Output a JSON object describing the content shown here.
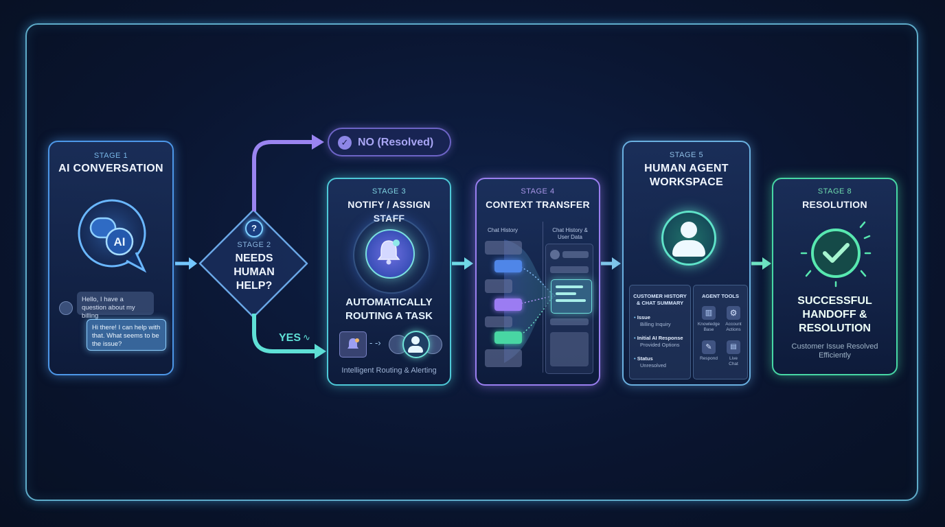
{
  "stage1": {
    "label": "STAGE 1",
    "title": "AI CONVERSATION",
    "icon_text": "AI",
    "user_message": "Hello, I have a question about my billing",
    "ai_message": "Hi there! I can help with that. What seems to be the issue?"
  },
  "stage2": {
    "label": "STAGE 2",
    "title_lines": [
      "NEEDS",
      "HUMAN",
      "HELP?"
    ],
    "question_mark": "?"
  },
  "branch": {
    "no_label": "NO (Resolved)",
    "yes_label": "YES"
  },
  "stage3": {
    "label": "STAGE 3",
    "title": "NOTIFY / ASSIGN STAFF",
    "heading_lines": [
      "AUTOMATICALLY",
      "ROUTING A TASK"
    ],
    "footer": "Intelligent Routing & Alerting"
  },
  "stage4": {
    "label": "STAGE 4",
    "title": "CONTEXT TRANSFER",
    "left_col": "Chat History",
    "right_col_lines": [
      "Chat History &",
      "User Data"
    ]
  },
  "stage5": {
    "label": "STAGE 5",
    "title_lines": [
      "HUMAN AGENT",
      "WORKSPACE"
    ],
    "history_title_lines": [
      "CUSTOMER HISTORY",
      "& CHAT SUMMARY"
    ],
    "history_items": [
      {
        "key": "Issue",
        "value": "Billing Inquiry"
      },
      {
        "key": "Initial AI Response",
        "value": "Provided Options"
      },
      {
        "key": "Status",
        "value": "Unresolved"
      }
    ],
    "tools_title": "AGENT TOOLS",
    "tools": [
      {
        "icon": "book-icon",
        "label_lines": [
          "Knowledge",
          "Base"
        ]
      },
      {
        "icon": "gear-icon",
        "label_lines": [
          "Account",
          "Actions"
        ]
      },
      {
        "icon": "pencil-icon",
        "label_lines": [
          "Respond"
        ]
      },
      {
        "icon": "chat-icon",
        "label_lines": [
          "Live",
          "Chat"
        ]
      }
    ]
  },
  "stage6": {
    "label": "STAGE 8",
    "title": "RESOLUTION",
    "heading_lines": [
      "SUCCESSFUL",
      "HANDOFF &",
      "RESOLUTION"
    ],
    "footer_lines": [
      "Customer Issue Resolved",
      "Efficiently"
    ]
  },
  "colors": {
    "blue": "#4d97e8",
    "teal": "#4ec9d8",
    "purple": "#9a7ff0",
    "green": "#47d8a5",
    "background": "#0a1530"
  }
}
